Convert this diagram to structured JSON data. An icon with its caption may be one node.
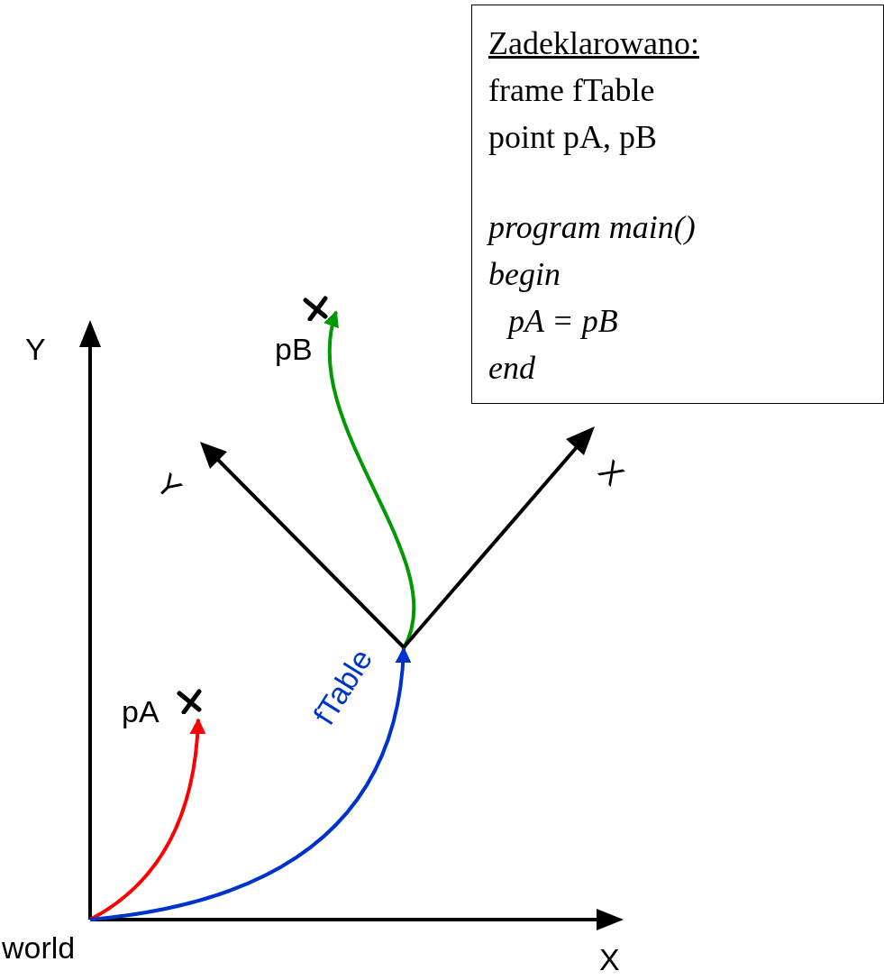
{
  "diagram": {
    "nodes": [
      {
        "text": [
          "world"
        ]
      },
      {
        "text": [
          "pA"
        ]
      },
      {
        "text": [],
        "shape": "picture",
        "beside": [
          "Y",
          "X"
        ]
      },
      {
        "text": [
          "pB"
        ]
      },
      {
        "text": [
          "Zadeklarowano:",
          "frame fTable",
          "point pA, pB",
          "program main()",
          "begin",
          "pA = pB",
          "end"
        ]
      }
    ],
    "edges": [
      {
        "from": 0,
        "to": 1,
        "arrow": "to",
        "color": "#ff0000"
      },
      {
        "from": 0,
        "to": 2,
        "arrow": "to",
        "label": "fTable",
        "color": "#0033cc"
      },
      {
        "from": 2,
        "to": 3,
        "arrow": "to",
        "color": "#009900"
      }
    ],
    "labels": [
      "Y",
      "X"
    ]
  }
}
